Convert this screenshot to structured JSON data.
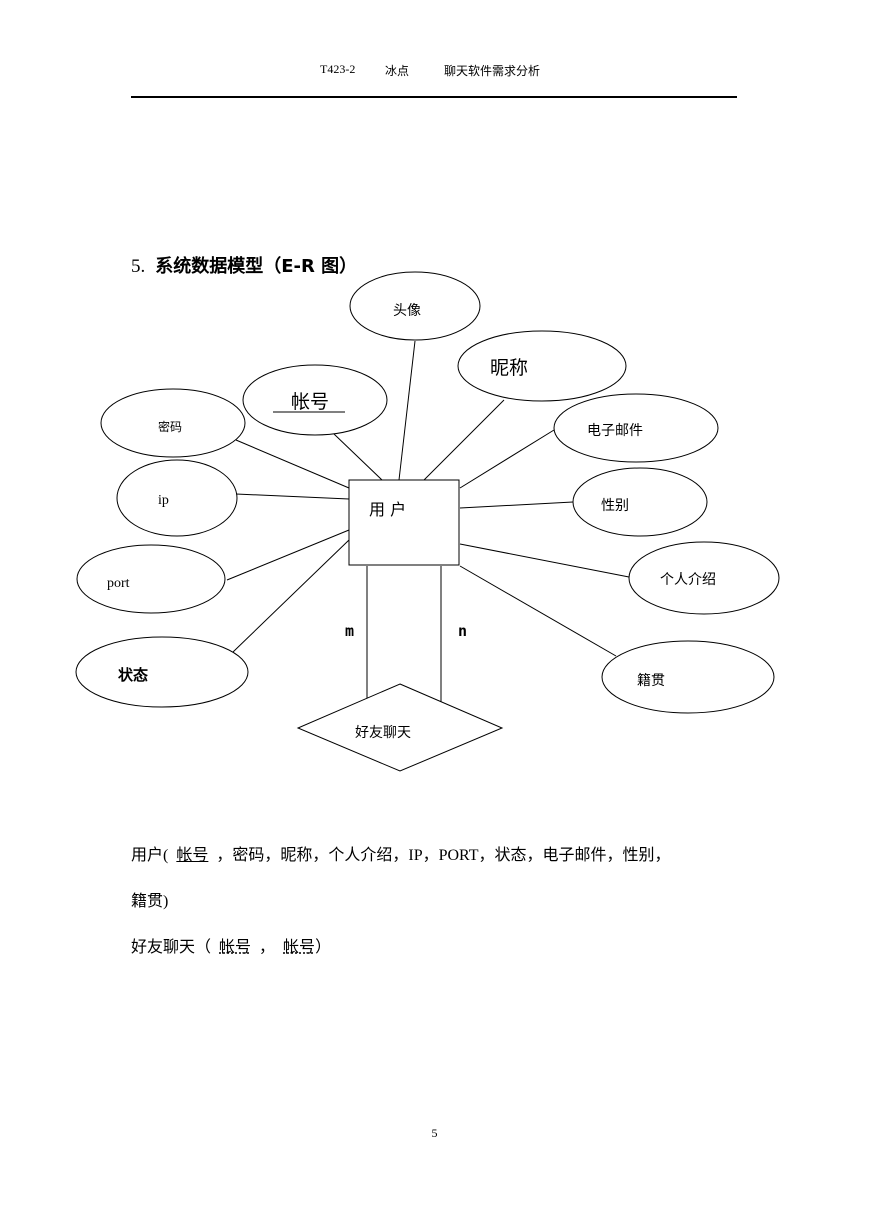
{
  "header": {
    "code": "T423-2",
    "team": "冰点",
    "title": "聊天软件需求分析"
  },
  "section": {
    "number": "5.",
    "title": "系统数据模型（E-R 图）"
  },
  "diagram": {
    "entity": {
      "label": "用 户"
    },
    "attributes": [
      {
        "id": "avatar",
        "label": "头像"
      },
      {
        "id": "nickname",
        "label": "昵称"
      },
      {
        "id": "account",
        "label": "帐号",
        "key": true
      },
      {
        "id": "password",
        "label": "密码"
      },
      {
        "id": "email",
        "label": "电子邮件"
      },
      {
        "id": "ip",
        "label": "ip"
      },
      {
        "id": "gender",
        "label": "性别"
      },
      {
        "id": "port",
        "label": "port"
      },
      {
        "id": "intro",
        "label": "个人介绍"
      },
      {
        "id": "status",
        "label": "状态"
      },
      {
        "id": "hometown",
        "label": "籍贯"
      }
    ],
    "relationship": {
      "label": "好友聊天"
    },
    "cardinality": {
      "left": "m",
      "right": "n"
    }
  },
  "relations": {
    "user_prefix": "用户(",
    "user_key": "帐号",
    "user_rest": "，密码，昵称，个人介绍，IP，PORT，状态，电子邮件，性别，",
    "user_end": "籍贯)",
    "chat_prefix": "好友聊天（",
    "chat_key1": "帐号",
    "chat_sep": "，",
    "chat_key2": "帐号",
    "chat_suffix": "）"
  },
  "footer": {
    "page_number": "5"
  }
}
